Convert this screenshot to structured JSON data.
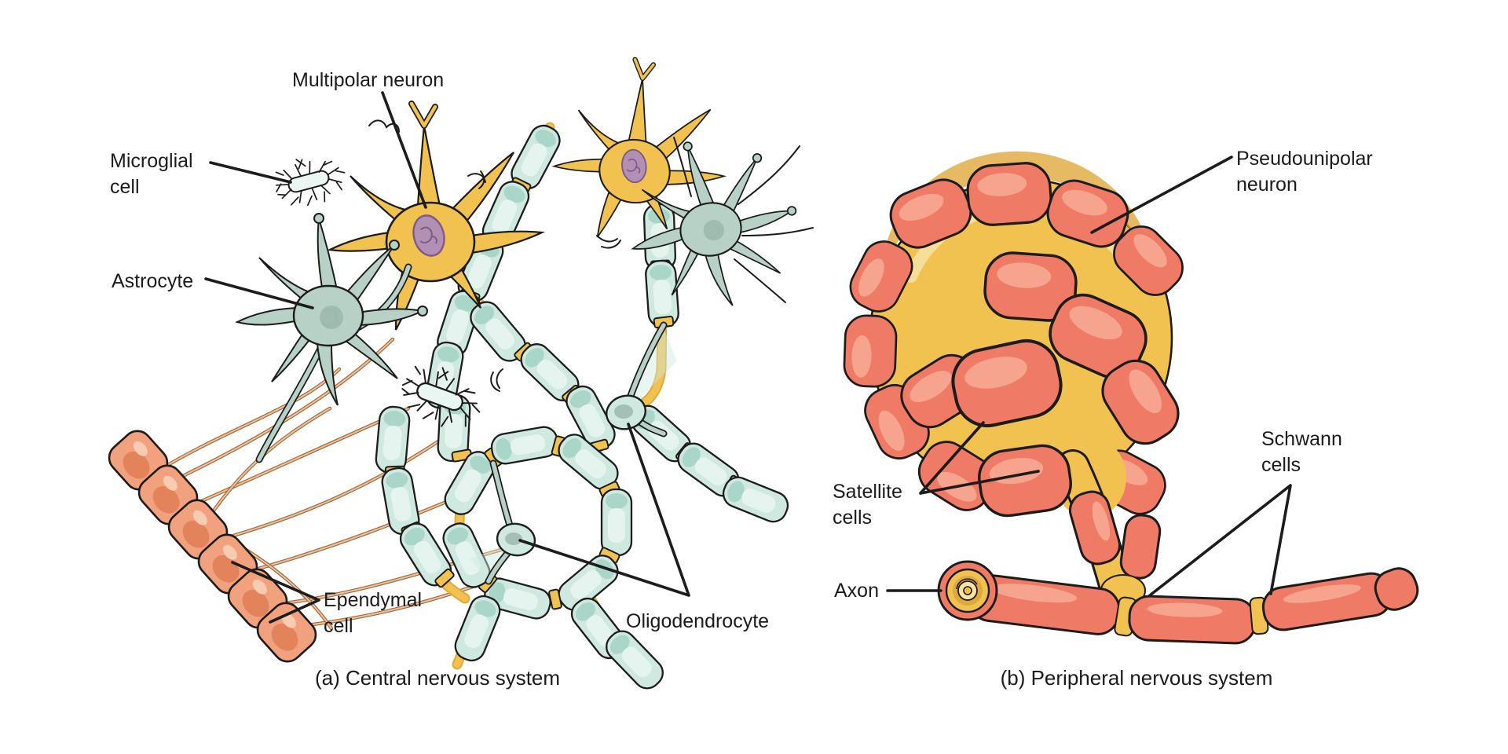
{
  "figure": {
    "cns": {
      "caption": "(a) Central nervous system",
      "labels": {
        "multipolar_neuron": "Multipolar neuron",
        "microglial_cell": "Microglial\ncell",
        "astrocyte": "Astrocyte",
        "ependymal_cell": "Ependymal\ncell",
        "oligodendrocyte": "Oligodendrocyte"
      }
    },
    "pns": {
      "caption": "(b) Peripheral nervous system",
      "labels": {
        "pseudounipolar_neuron": "Pseudounipolar\nneuron",
        "satellite_cells": "Satellite\ncells",
        "schwann_cells": "Schwann\ncells",
        "axon": "Axon"
      }
    }
  },
  "palette": {
    "ink": "#1c1c1c",
    "gold": "#f2c250",
    "goldDark": "#dfa93c",
    "goldPale": "#f8e3a4",
    "red": "#ef7a66",
    "redLight": "#f6a892",
    "teal": "#cfe8e0",
    "tealLight": "#eaf6f1",
    "tealDark": "#a3d2c5",
    "celadon": "#b7d1c7",
    "celadonDark": "#9cb9ae",
    "purple": "#b28fb5",
    "purpleDark": "#7e5a85",
    "salmon": "#f2a17e",
    "salmonDark": "#e07e55",
    "salmonLight": "#f9cdb4",
    "tan": "#a06a3e",
    "tanLight": "#eec29e",
    "paper": "#ffffff"
  }
}
